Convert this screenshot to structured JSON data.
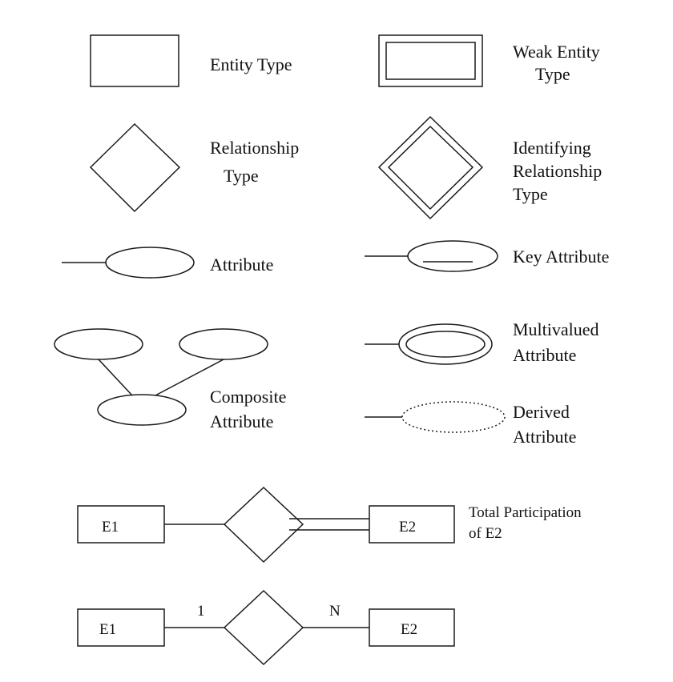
{
  "legend": {
    "entity_type": "Entity Type",
    "weak_entity_line1": "Weak Entity",
    "weak_entity_line2": "Type",
    "relationship_line1": "Relationship",
    "relationship_line2": "Type",
    "identifying_line1": "Identifying",
    "identifying_line2": "Relationship",
    "identifying_line3": "Type",
    "attribute": "Attribute",
    "key_attribute": "Key Attribute",
    "multivalued_line1": "Multivalued",
    "multivalued_line2": "Attribute",
    "composite_line1": "Composite",
    "composite_line2": "Attribute",
    "derived_line1": "Derived",
    "derived_line2": "Attribute"
  },
  "participation_example": {
    "left_entity": "E1",
    "right_entity": "E2",
    "note_line1": "Total Participation",
    "note_line2": "of E2"
  },
  "cardinality_example": {
    "left_entity": "E1",
    "right_entity": "E2",
    "left_cardinality": "1",
    "right_cardinality": "N"
  }
}
